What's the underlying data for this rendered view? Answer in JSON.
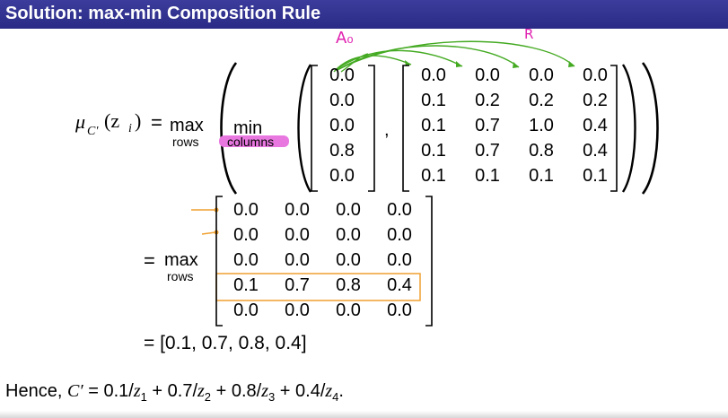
{
  "title": "Solution: max-min Composition Rule",
  "annotations": {
    "a": "A₀",
    "r": "R"
  },
  "lhs": {
    "mu": "μ",
    "sub_c": "C′",
    "args": "(z",
    "sub_i": "i",
    "close": ")",
    "eq": "="
  },
  "ops": {
    "max": "max",
    "rows": "rows",
    "min": "min",
    "columns": "columns",
    "comma": ",",
    "eq": "="
  },
  "vector_a": [
    "0.0",
    "0.0",
    "0.0",
    "0.8",
    "0.0"
  ],
  "matrix_r": [
    [
      "0.0",
      "0.0",
      "0.0",
      "0.0"
    ],
    [
      "0.1",
      "0.2",
      "0.2",
      "0.2"
    ],
    [
      "0.1",
      "0.7",
      "1.0",
      "0.4"
    ],
    [
      "0.1",
      "0.7",
      "0.8",
      "0.4"
    ],
    [
      "0.1",
      "0.1",
      "0.1",
      "0.1"
    ]
  ],
  "matrix_result": [
    [
      "0.0",
      "0.0",
      "0.0",
      "0.0"
    ],
    [
      "0.0",
      "0.0",
      "0.0",
      "0.0"
    ],
    [
      "0.0",
      "0.0",
      "0.0",
      "0.0"
    ],
    [
      "0.1",
      "0.7",
      "0.8",
      "0.4"
    ],
    [
      "0.0",
      "0.0",
      "0.0",
      "0.0"
    ]
  ],
  "final_result": "= [0.1, 0.7, 0.8, 0.4]",
  "hence": {
    "prefix": "Hence, ",
    "c": "C′",
    "eq": " = 0.1/",
    "z1": "z",
    "s1": "1",
    "p2": " + 0.7/",
    "z2": "z",
    "s2": "2",
    "p3": " + 0.8/",
    "z3": "z",
    "s3": "3",
    "p4": " + 0.4/",
    "z4": "z",
    "s4": "4",
    "end": "."
  },
  "colors": {
    "title_bg": "#2e2e8e",
    "green": "#44aa22",
    "orange": "#f0a030",
    "pink": "#e020b0",
    "highlight": "#e878e0"
  }
}
